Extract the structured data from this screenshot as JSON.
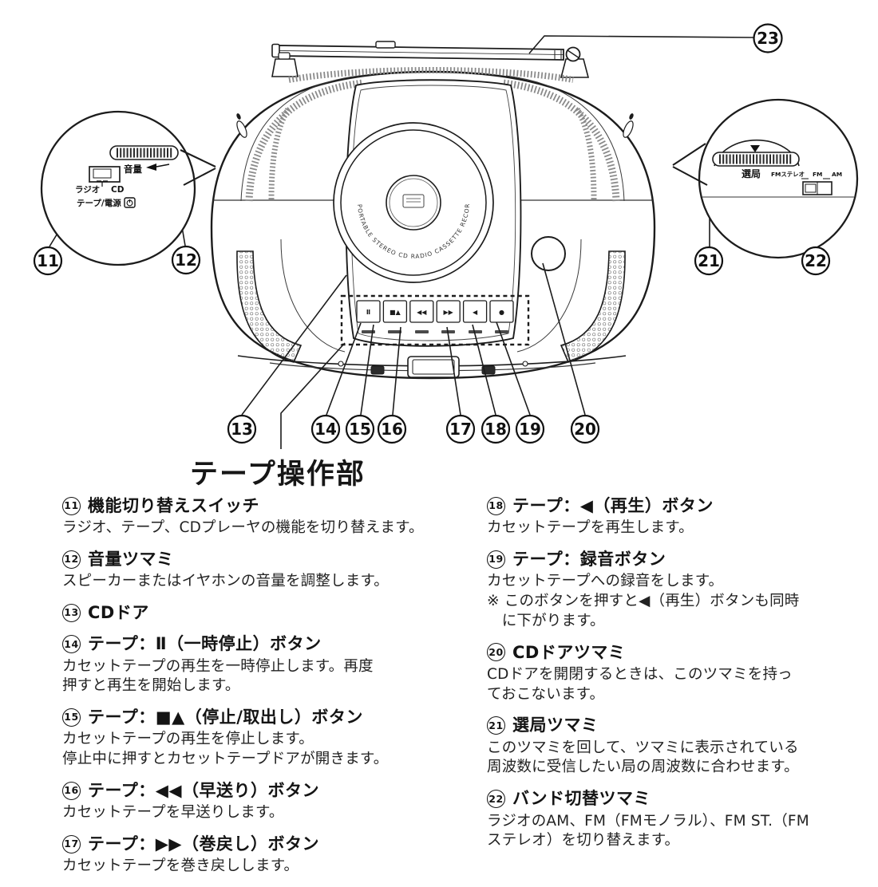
{
  "diagram": {
    "title": "テープ操作部",
    "cd_ring_text": "PORTABLE STEREO CD RADIO CASSETTE RECORDER",
    "buttons": {
      "pause": "Ⅱ",
      "stop_eject": "■▲",
      "ff": "◀◀",
      "rew": "▶▶",
      "play": "◀",
      "rec": "●"
    },
    "left_inset": {
      "volume_label": "音量",
      "switch_label_radio": "ラジオ",
      "switch_label_cd": "CD",
      "switch_label_tape_power": "テープ/電源"
    },
    "right_inset": {
      "tuning_label": "選局",
      "band_fm_stereo": "FMステレオ",
      "band_fm": "FM",
      "band_am": "AM"
    },
    "callouts": {
      "c11": "11",
      "c12": "12",
      "c13": "13",
      "c14": "14",
      "c15": "15",
      "c16": "16",
      "c17": "17",
      "c18": "18",
      "c19": "19",
      "c20": "20",
      "c21": "21",
      "c22": "22",
      "c23": "23"
    }
  },
  "descriptions": {
    "left": [
      {
        "num": "11",
        "title": "機能切り替えスイッチ",
        "body": "ラジオ、テープ、CDプレーヤの機能を切り替えます。"
      },
      {
        "num": "12",
        "title": "音量ツマミ",
        "body": "スピーカーまたはイヤホンの音量を調整します。"
      },
      {
        "num": "13",
        "title": "CDドア",
        "body": ""
      },
      {
        "num": "14",
        "title": "テープ：Ⅱ（一時停止）ボタン",
        "body": "カセットテープの再生を一時停止します。再度\n押すと再生を開始します。"
      },
      {
        "num": "15",
        "title": "テープ：■▲（停止/取出し）ボタン",
        "body": "カセットテープの再生を停止します。\n停止中に押すとカセットテープドアが開きます。"
      },
      {
        "num": "16",
        "title": "テープ：◀◀（早送り）ボタン",
        "body": "カセットテープを早送りします。"
      },
      {
        "num": "17",
        "title": "テープ：▶▶（巻戻し）ボタン",
        "body": "カセットテープを巻き戻しします。"
      }
    ],
    "right": [
      {
        "num": "18",
        "title": "テープ：◀（再生）ボタン",
        "body": "カセットテープを再生します。"
      },
      {
        "num": "19",
        "title": "テープ：録音ボタン",
        "body": "カセットテープへの録音をします。\n※ このボタンを押すと◀（再生）ボタンも同時\n　に下がります。"
      },
      {
        "num": "20",
        "title": "CDドアツマミ",
        "body": "CDドアを開閉するときは、このツマミを持っ\nておこないます。"
      },
      {
        "num": "21",
        "title": "選局ツマミ",
        "body": "このツマミを回して、ツマミに表示されている\n周波数に受信したい局の周波数に合わせます。"
      },
      {
        "num": "22",
        "title": "バンド切替ツマミ",
        "body": "ラジオのAM、FM（FMモノラル）、FM ST.（FM\nステレオ）を切り替えます。"
      }
    ]
  }
}
